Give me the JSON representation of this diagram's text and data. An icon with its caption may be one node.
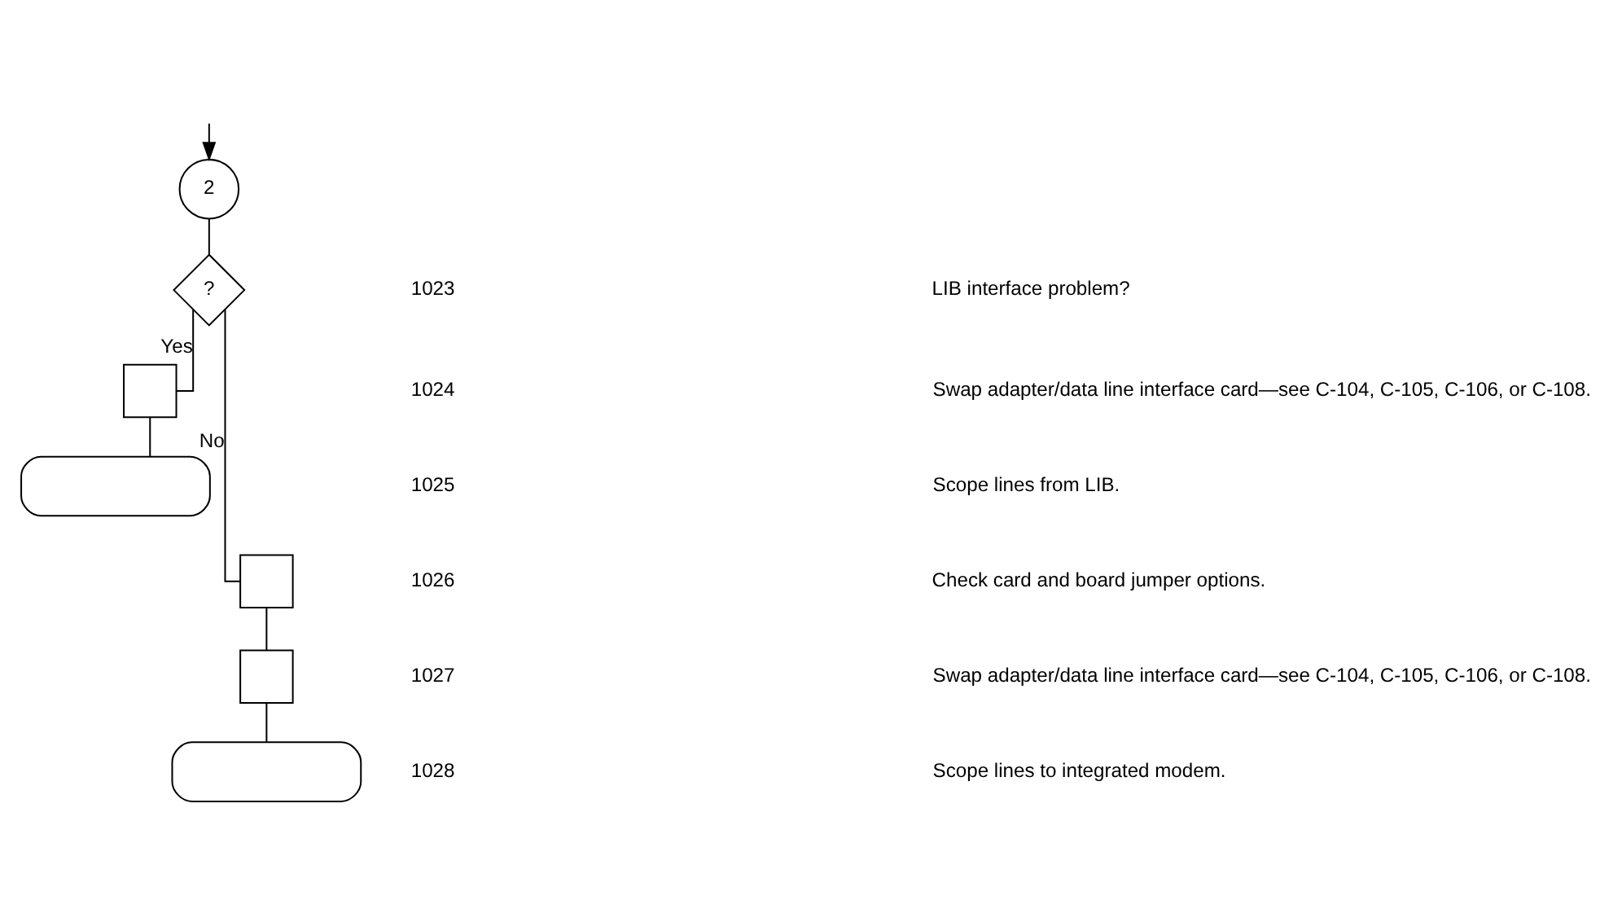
{
  "diagram": {
    "nodes": [
      {
        "text": [
          "2"
        ]
      },
      {
        "text": [
          "?"
        ]
      },
      {
        "text": [],
        "shape": "box"
      },
      {
        "text": [],
        "shape": "oval"
      },
      {
        "text": [],
        "shape": "box"
      },
      {
        "text": [],
        "shape": "box"
      },
      {
        "text": [],
        "shape": "oval"
      }
    ],
    "edges": [
      {
        "from": null,
        "to": 0,
        "arrow": "to"
      },
      {
        "from": 0,
        "to": 1,
        "arrow": "none"
      },
      {
        "from": 1,
        "to": 2,
        "arrow": "none",
        "label": "Yes"
      },
      {
        "from": 2,
        "to": 3,
        "arrow": "none"
      },
      {
        "from": 1,
        "to": 4,
        "arrow": "none",
        "label": "No"
      },
      {
        "from": 4,
        "to": 5,
        "arrow": "none"
      },
      {
        "from": 5,
        "to": 6,
        "arrow": "none"
      }
    ],
    "labels": [
      "1023",
      "LIB interface problem?",
      "1024",
      "Swap adapter/data line interface card—see C-104, C-105, C-106, or C-108.",
      "1025",
      "Scope lines from LIB.",
      "1026",
      "Check card and board jumper options.",
      "1027",
      "Swap adapter/data line interface card—see C-104, C-105, C-106, or C-108.",
      "1028",
      "Scope lines to integrated modem."
    ]
  }
}
